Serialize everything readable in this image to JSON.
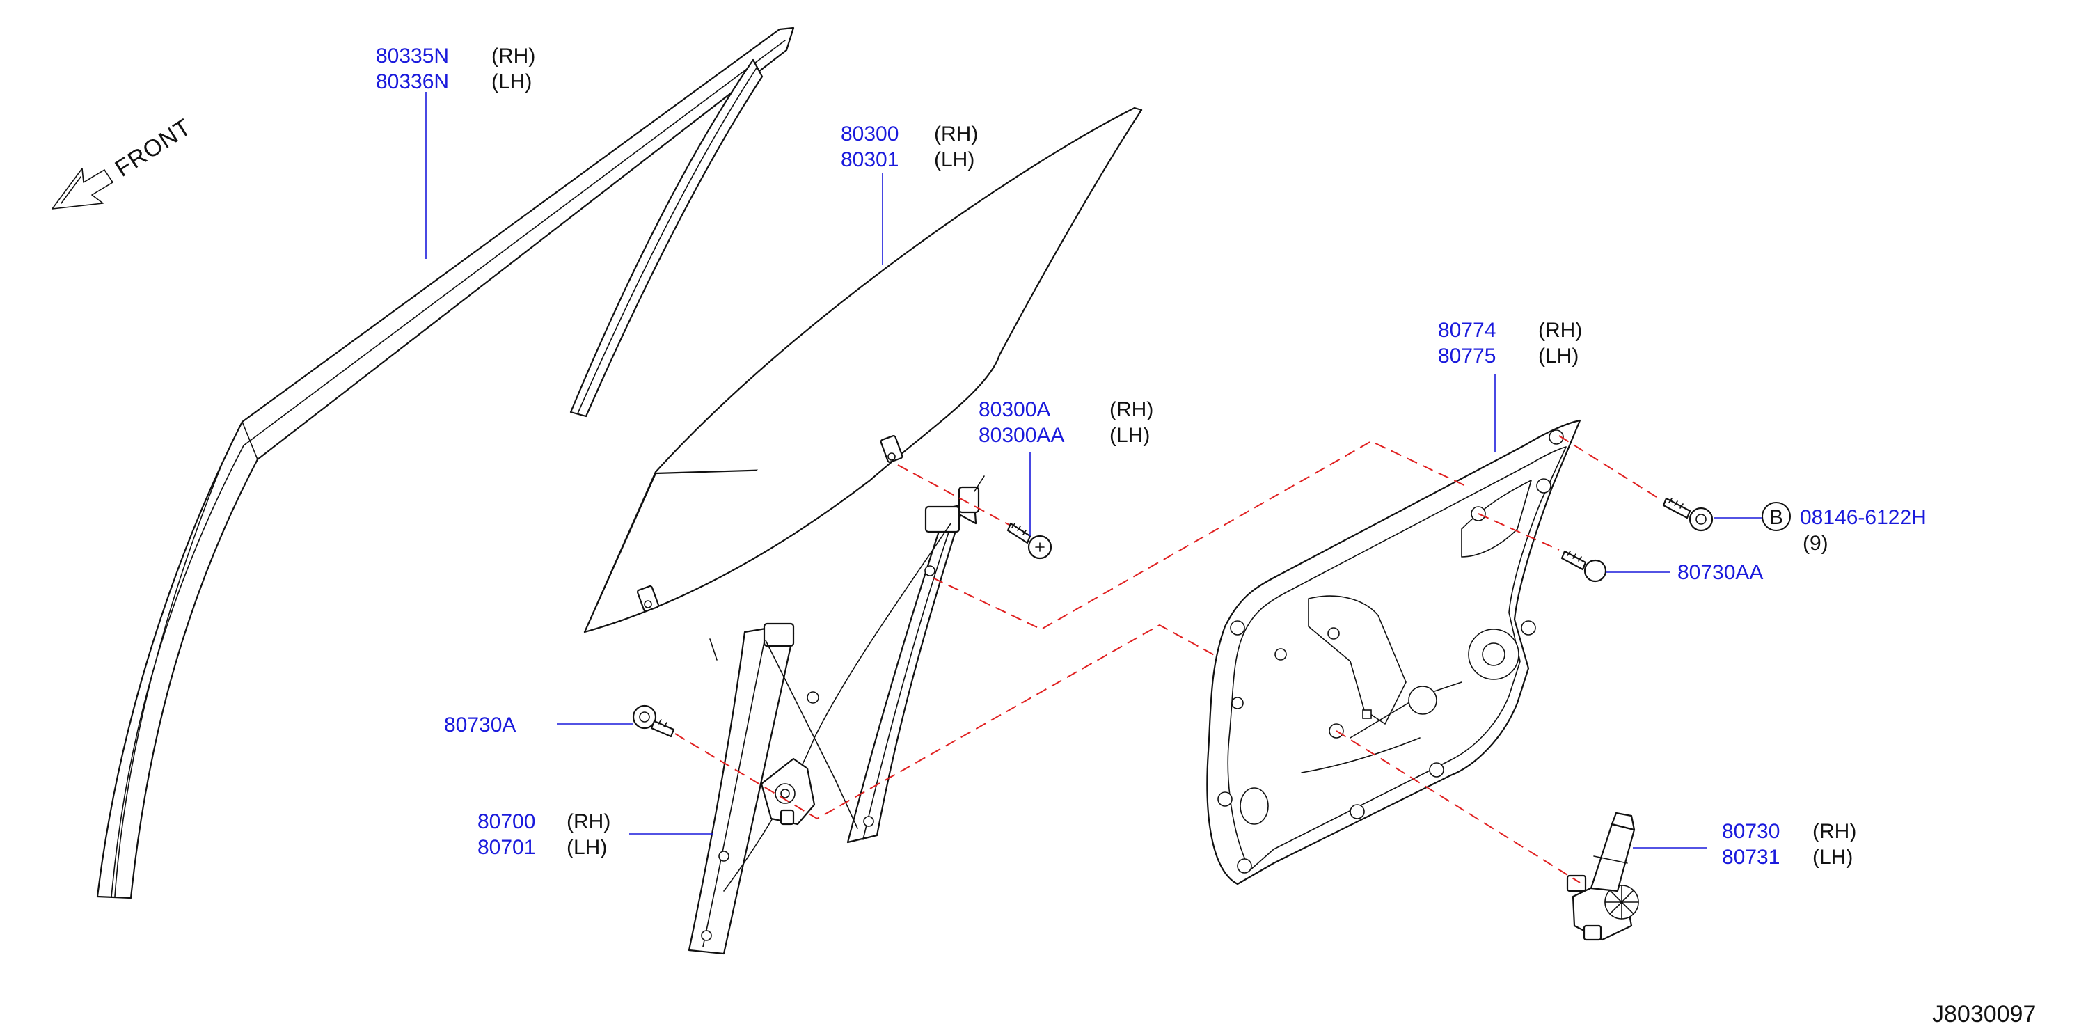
{
  "labels": {
    "molding": {
      "rh_part": "80335N",
      "rh_side": "(RH)",
      "lh_part": "80336N",
      "lh_side": "(LH)"
    },
    "glass": {
      "rh_part": "80300",
      "rh_side": "(RH)",
      "lh_part": "80301",
      "lh_side": "(LH)"
    },
    "glass_bolt": {
      "rh_part": "80300A",
      "rh_side": "(RH)",
      "lh_part": "80300AA",
      "lh_side": "(LH)"
    },
    "module_panel": {
      "rh_part": "80774",
      "rh_side": "(RH)",
      "lh_part": "80775",
      "lh_side": "(LH)"
    },
    "bolt_b": {
      "symbol": "B",
      "part": "08146-6122H",
      "qty": "(9)"
    },
    "panel_bolt": {
      "part": "80730AA"
    },
    "regulator_bolt": {
      "part": "80730A"
    },
    "regulator": {
      "rh_part": "80700",
      "rh_side": "(RH)",
      "lh_part": "80701",
      "lh_side": "(LH)"
    },
    "motor": {
      "rh_part": "80730",
      "rh_side": "(RH)",
      "lh_part": "80731",
      "lh_side": "(LH)"
    }
  },
  "front_indicator": {
    "text": "FRONT"
  },
  "diagram_code": "J8030097",
  "colors": {
    "part_number": "#1a1adc",
    "leader": "#1a1adc",
    "dashed_connector": "#e02020",
    "outline": "#111111"
  }
}
